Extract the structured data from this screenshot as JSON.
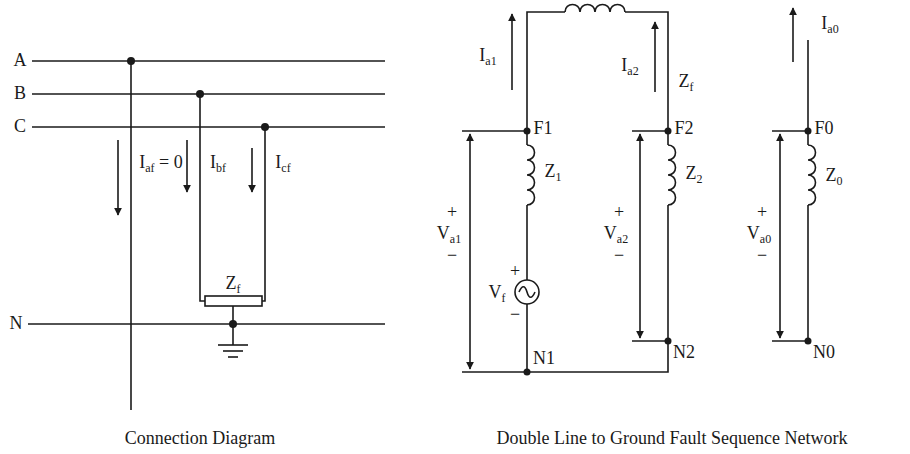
{
  "diagram": {
    "labels": [
      "A",
      "B",
      "C",
      "Iaf = 0",
      "Ibf",
      "Icf",
      "Zf",
      "N",
      "Ia1",
      "Ia2",
      "Zf",
      "Ia0",
      "F1",
      "F2",
      "F0",
      "Z1",
      "Z2",
      "Z0",
      "+",
      "Va1",
      "−",
      "+",
      "Va2",
      "−",
      "+",
      "Va0",
      "−",
      "+",
      "Vf",
      "−",
      "N2",
      "N0",
      "N1",
      "Connection Diagram",
      "Double Line to Ground Fault Sequence Network"
    ]
  }
}
